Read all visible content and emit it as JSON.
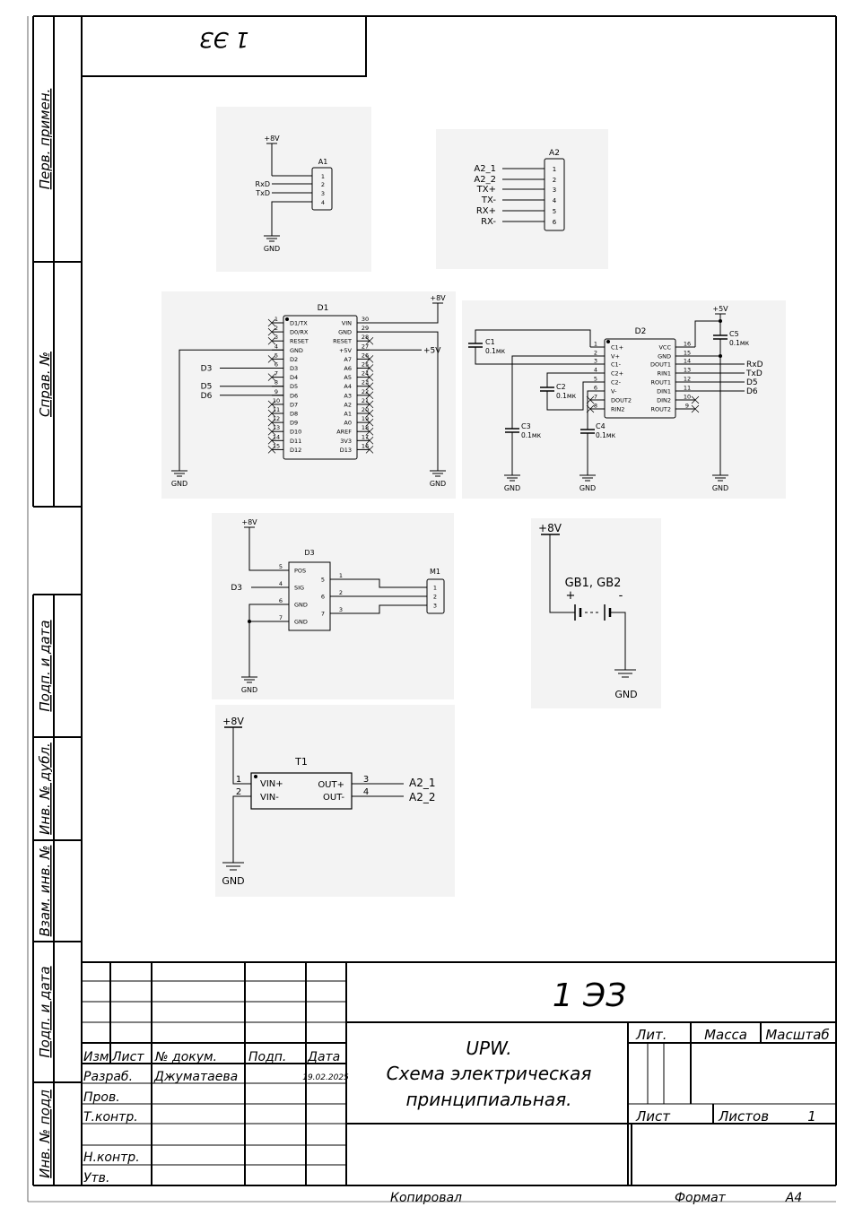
{
  "stamp": {
    "doc_code_rotated": "1 ЭЗ"
  },
  "side_labels": [
    "Перв. примен.",
    "Справ. №",
    "Подп. и дата",
    "Инв. № дубл.",
    "Взам. инв. №",
    "Подп. и дата",
    "Инв. № подл"
  ],
  "components": {
    "A1": {
      "ref": "A1",
      "pins": [
        "1",
        "2",
        "3",
        "4"
      ],
      "power": "+8V",
      "signals": [
        "RxD",
        "TxD"
      ],
      "ground": "GND"
    },
    "A2": {
      "ref": "A2",
      "pins": [
        "1",
        "2",
        "3",
        "4",
        "5",
        "6"
      ],
      "signals": [
        "A2_1",
        "A2_2",
        "TX+",
        "TX-",
        "RX+",
        "RX-"
      ]
    },
    "D1": {
      "ref": "D1",
      "left": [
        {
          "n": "1",
          "name": "D1/TX"
        },
        {
          "n": "2",
          "name": "D0/RX"
        },
        {
          "n": "3",
          "name": "RESET"
        },
        {
          "n": "4",
          "name": "GND"
        },
        {
          "n": "5",
          "name": "D2"
        },
        {
          "n": "6",
          "name": "D3"
        },
        {
          "n": "7",
          "name": "D4"
        },
        {
          "n": "8",
          "name": "D5"
        },
        {
          "n": "9",
          "name": "D6"
        },
        {
          "n": "10",
          "name": "D7"
        },
        {
          "n": "11",
          "name": "D8"
        },
        {
          "n": "12",
          "name": "D9"
        },
        {
          "n": "13",
          "name": "D10"
        },
        {
          "n": "14",
          "name": "D11"
        },
        {
          "n": "15",
          "name": "D12"
        }
      ],
      "right": [
        {
          "n": "30",
          "name": "VIN"
        },
        {
          "n": "29",
          "name": "GND"
        },
        {
          "n": "28",
          "name": "RESET"
        },
        {
          "n": "27",
          "name": "+5V"
        },
        {
          "n": "26",
          "name": "A7"
        },
        {
          "n": "25",
          "name": "A6"
        },
        {
          "n": "24",
          "name": "A5"
        },
        {
          "n": "23",
          "name": "A4"
        },
        {
          "n": "22",
          "name": "A3"
        },
        {
          "n": "21",
          "name": "A2"
        },
        {
          "n": "20",
          "name": "A1"
        },
        {
          "n": "19",
          "name": "A0"
        },
        {
          "n": "18",
          "name": "AREF"
        },
        {
          "n": "17",
          "name": "3V3"
        },
        {
          "n": "16",
          "name": "D13"
        }
      ],
      "nets": {
        "power": "+8V",
        "v5": "+5V",
        "d3": "D3",
        "d5": "D5",
        "d6": "D6",
        "gnd_left": "GND",
        "gnd_right": "GND"
      }
    },
    "D2": {
      "ref": "D2",
      "left": [
        {
          "n": "1",
          "name": "C1+"
        },
        {
          "n": "2",
          "name": "V+"
        },
        {
          "n": "3",
          "name": "C1-"
        },
        {
          "n": "4",
          "name": "C2+"
        },
        {
          "n": "5",
          "name": "C2-"
        },
        {
          "n": "6",
          "name": "V-"
        },
        {
          "n": "7",
          "name": "DOUT2"
        },
        {
          "n": "8",
          "name": "RIN2"
        }
      ],
      "right": [
        {
          "n": "16",
          "name": "VCC"
        },
        {
          "n": "15",
          "name": "GND"
        },
        {
          "n": "14",
          "name": "DOUT1"
        },
        {
          "n": "13",
          "name": "RIN1"
        },
        {
          "n": "12",
          "name": "ROUT1"
        },
        {
          "n": "11",
          "name": "DIN1"
        },
        {
          "n": "10",
          "name": "DIN2"
        },
        {
          "n": "9",
          "name": "ROUT2"
        }
      ],
      "caps": [
        {
          "ref": "C1",
          "value": "0.1мк"
        },
        {
          "ref": "C2",
          "value": "0.1мк"
        },
        {
          "ref": "C3",
          "value": "0.1мк"
        },
        {
          "ref": "C4",
          "value": "0.1мк"
        },
        {
          "ref": "C5",
          "value": "0.1мк"
        }
      ],
      "nets": {
        "v5": "+5V",
        "out": [
          "RxD",
          "TxD",
          "D5",
          "D6"
        ],
        "gnd": [
          "GND",
          "GND",
          "GND"
        ]
      }
    },
    "D3": {
      "ref": "D3",
      "left": [
        {
          "n": "5",
          "name": "POS"
        },
        {
          "n": "4",
          "name": "SIG"
        },
        {
          "n": "6",
          "name": "GND"
        },
        {
          "n": "7",
          "name": "GND"
        }
      ],
      "right": [
        "5",
        "6",
        "7"
      ],
      "wires": [
        "1",
        "2",
        "3"
      ],
      "nets": {
        "power": "+8V",
        "signal": "D3",
        "gnd": "GND"
      }
    },
    "M1": {
      "ref": "M1",
      "pins": [
        "1",
        "2",
        "3"
      ]
    },
    "GB": {
      "power": "+8V",
      "ref": "GB1, GB2",
      "plus": "+",
      "minus": "-",
      "ground": "GND"
    },
    "T1": {
      "ref": "T1",
      "left": [
        {
          "n": "1",
          "name": "VIN+"
        },
        {
          "n": "2",
          "name": "VIN-"
        }
      ],
      "right": [
        {
          "n": "3",
          "name": "OUT+"
        },
        {
          "n": "4",
          "name": "OUT-"
        }
      ],
      "nets": {
        "power": "+8V",
        "out": [
          "A2_1",
          "A2_2"
        ],
        "gnd": "GND"
      }
    }
  },
  "title_block": {
    "doc_code": "1 ЭЗ",
    "headers": [
      "Изм.",
      "Лист",
      "№ докум.",
      "Подп.",
      "Дата"
    ],
    "roles": [
      "Разраб.",
      "Пров.",
      "Т.контр.",
      "",
      "Н.контр.",
      "Утв."
    ],
    "developer": "Джуматаева",
    "date": "19.02.2025",
    "title_lines": [
      "UPW.",
      "Схема электрическая",
      "принципиальная."
    ],
    "lit_label": "Лит.",
    "mass_label": "Масса",
    "scale_label": "Масштаб",
    "sheet_label": "Лист",
    "sheets_label": "Листов",
    "sheets_value": "1"
  },
  "footer": {
    "copied": "Копировал",
    "format_label": "Формат",
    "format_value": "A4"
  }
}
